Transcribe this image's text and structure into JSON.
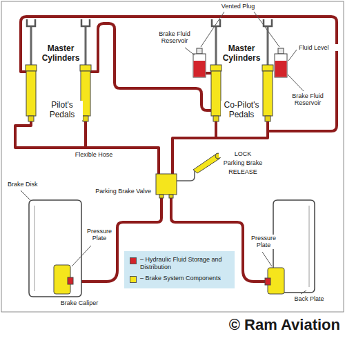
{
  "diagram": {
    "labels": [
      "Vented Plug",
      "Master Cylinders",
      "Brake Fluid Reservoir",
      "Master Cylinders",
      "Fluid Level",
      "Pilot's Pedals",
      "Brake Fluid Reservoir",
      "Co-Pilot's Pedals",
      "Flexible Hose",
      "LOCK",
      "Parking Brake",
      "RELEASE",
      "Brake Disk",
      "Parking Brake Valve",
      "Pressure Plate",
      "Pressure Plate",
      "Back Plate",
      "Brake Caliper",
      "© Ram Aviation"
    ],
    "legend": [
      {
        "text": "– Hydraulic Fluid Storage and Distribution",
        "color": "#d3242b"
      },
      {
        "text": "– Brake System Components",
        "color": "#f5e51c"
      }
    ]
  }
}
